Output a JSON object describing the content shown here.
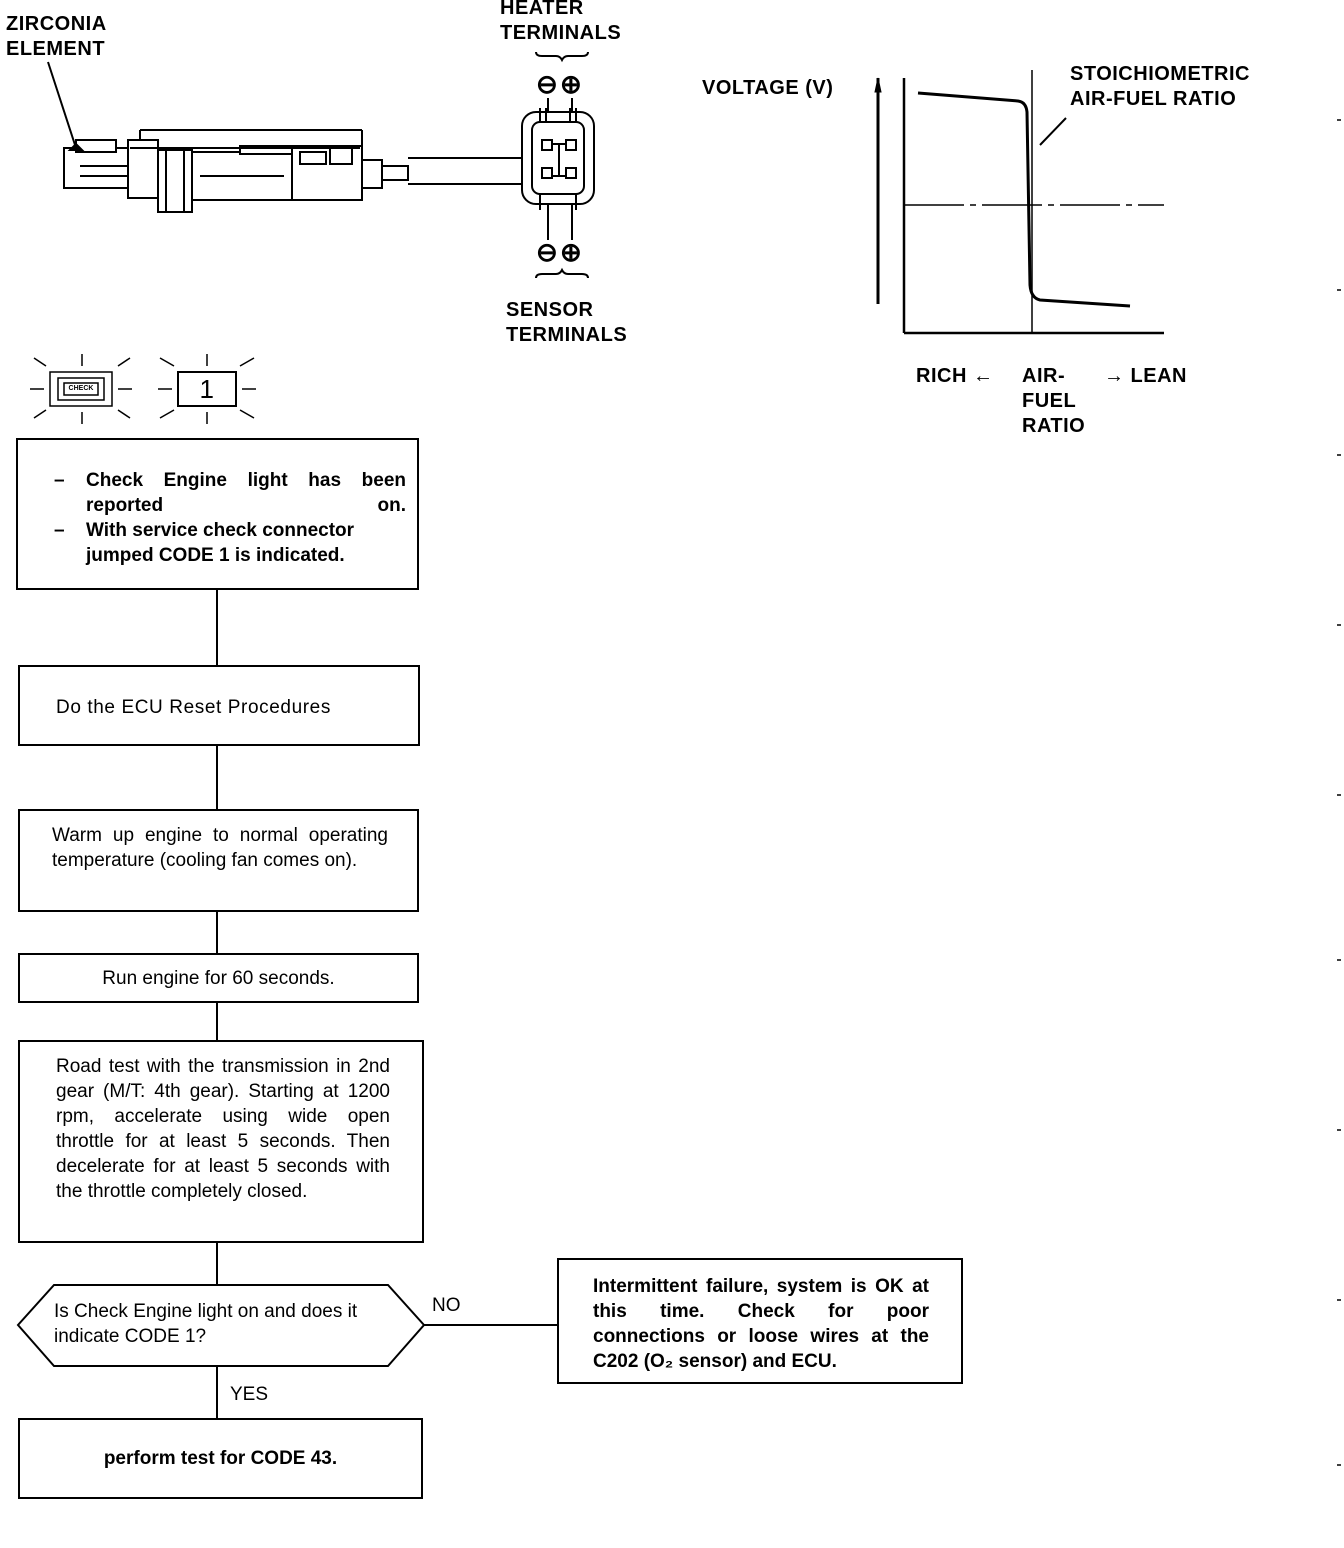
{
  "sensor": {
    "zirconia_label": "ZIRCONIA\nELEMENT",
    "heater_label": "HEATER\nTERMINALS",
    "sensor_label": "SENSOR\nTERMINALS",
    "minus_symbol": "⊖",
    "plus_symbol": "⊕"
  },
  "graph": {
    "ylabel": "VOLTAGE (V)",
    "annotation": "STOICHIOMETRIC\nAIR-FUEL RATIO",
    "rich": "RICH ←",
    "xlabel": "AIR-\nFUEL\nRATIO",
    "lean": "→ LEAN"
  },
  "indicators": {
    "check_engine_text": "CHECK",
    "code_digit": "1"
  },
  "flow": {
    "step1_items": [
      "Check Engine light has been reported on.",
      "With service check connector jumped  CODE 1 is indicated."
    ],
    "step2": "Do  the  ECU  Reset  Procedures",
    "step3": "Warm up engine to normal operating temperature (cooling fan comes on).",
    "step4": "Run engine for 60 seconds.",
    "step5": "Road test with the transmission in 2nd gear (M/T: 4th gear). Starting at 1200 rpm, accelerate using wide open throttle for at least 5 seconds. Then decelerate for at least 5 seconds with the throttle completely closed.",
    "decision": "Is Check Engine light on and does it indicate CODE 1?",
    "no_label": "NO",
    "yes_label": "YES",
    "no_result": "Intermittent failure, system is OK at this time. Check for poor connections or loose wires at the C202 (O₂ sensor) and ECU.",
    "yes_result": "perform  test for CODE 43."
  }
}
